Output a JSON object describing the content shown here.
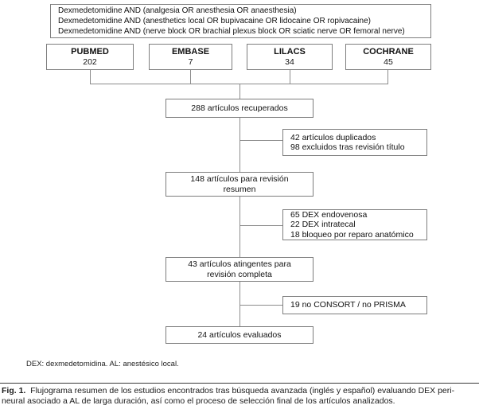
{
  "search_box": {
    "lines": [
      "Dexmedetomidine AND (analgesia OR anesthesia OR anaesthesia)",
      "Dexmedetomidine AND (anesthetics local OR bupivacaine OR lidocaine OR ropivacaine)",
      "Dexmedetomidine AND (nerve block OR brachial plexus block OR sciatic nerve OR femoral nerve)"
    ]
  },
  "databases": [
    {
      "name": "PUBMED",
      "count": "202"
    },
    {
      "name": "EMBASE",
      "count": "7"
    },
    {
      "name": "LILACS",
      "count": "34"
    },
    {
      "name": "COCHRANE",
      "count": "45"
    }
  ],
  "flow": {
    "retrieved": "288 artículos recuperados",
    "excluded_title": {
      "lines": [
        "42 artículos duplicados",
        "98 excluidos tras revisión título"
      ]
    },
    "abstract_review": {
      "lines": [
        "148 artículos para revisión",
        "resumen"
      ]
    },
    "excluded_type": {
      "lines": [
        "65 DEX endovenosa",
        "22 DEX intratecal",
        "18 bloqueo por reparo anatómico"
      ]
    },
    "full_review": {
      "lines": [
        "43 artículos atingentes para",
        "revisión completa"
      ]
    },
    "excluded_reporting": "19 no CONSORT / no PRISMA",
    "evaluated": "24 artículos evaluados"
  },
  "footnote": "DEX: dexmedetomidina. AL: anestésico local.",
  "caption": {
    "label": "Fig. 1.",
    "text_line1": "Flujograma resumen de los estudios encontrados tras búsqueda avanzada (inglés y español) evaluando DEX peri-",
    "text_line2": "neural asociado a AL de larga duración, así como el proceso de selección final de los artículos analizados."
  }
}
